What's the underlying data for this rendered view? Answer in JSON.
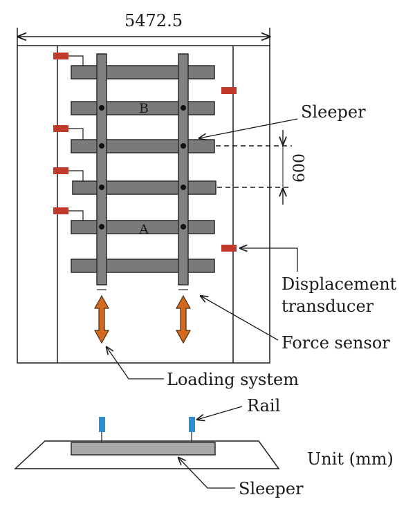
{
  "labels": {
    "overall_width": "5472.5",
    "sleeper_top": "Sleeper",
    "spacing": "600",
    "displacement_transducer_line1": "Displacement",
    "displacement_transducer_line2": "transducer",
    "force_sensor": "Force sensor",
    "loading_system": "Loading system",
    "rail": "Rail",
    "unit": "Unit (mm)",
    "sleeper_bottom": "Sleeper",
    "marker_b": "B",
    "marker_a": "A"
  },
  "colors": {
    "sleeper_fill": "#7a7a7a",
    "rail_fill": "#808080",
    "transducer": "#c0392b",
    "arrow_orange": "#d2691e",
    "rail_section": "#2a8fd0",
    "section_sleeper_fill": "#a8a8a8",
    "line": "#1a1a1a"
  },
  "icons": {
    "loading_arrow": "double-headed-arrow",
    "transducer": "small-rectangle-sensor",
    "fastener": "black-dot"
  }
}
